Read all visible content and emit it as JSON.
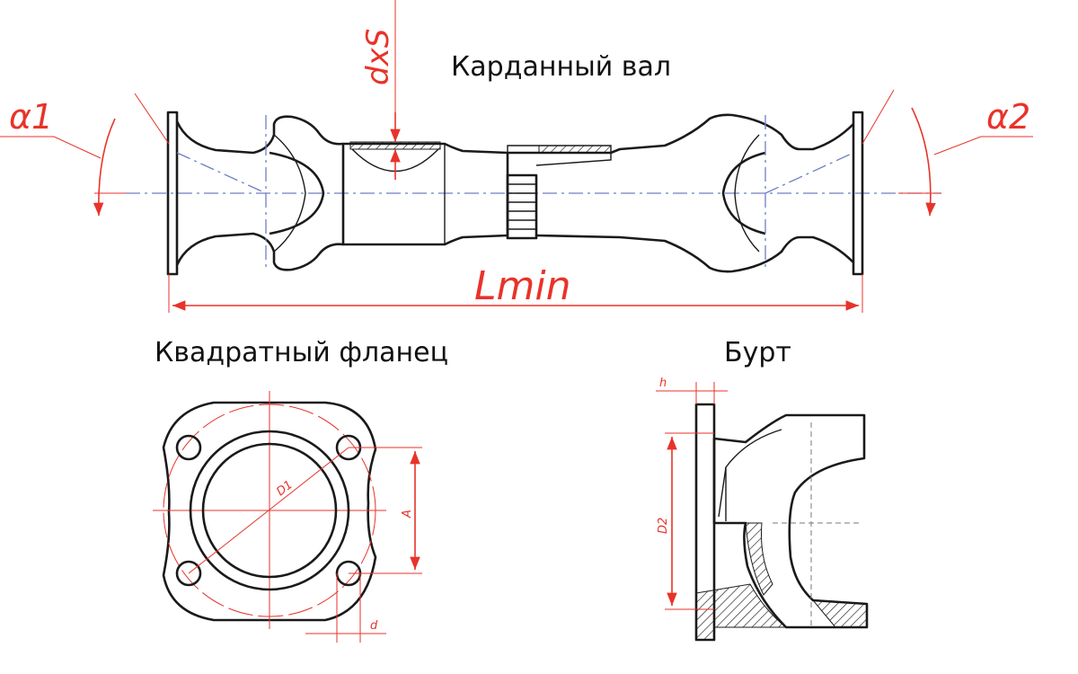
{
  "titles": {
    "shaft": "Карданный вал",
    "flange": "Квадратный фланец",
    "collar": "Бурт"
  },
  "dimensions": {
    "alpha1": "α1",
    "alpha2": "α2",
    "wall": "dxS",
    "length": "Lmin",
    "bolt_circle": "D1",
    "bolt_spacing": "A",
    "hole_diameter": "d",
    "collar_height": "h",
    "collar_diameter": "D2"
  },
  "colors": {
    "outline": "#1a1a1a",
    "dimension": "#e8332a",
    "centerline": "#6d7fc6"
  }
}
